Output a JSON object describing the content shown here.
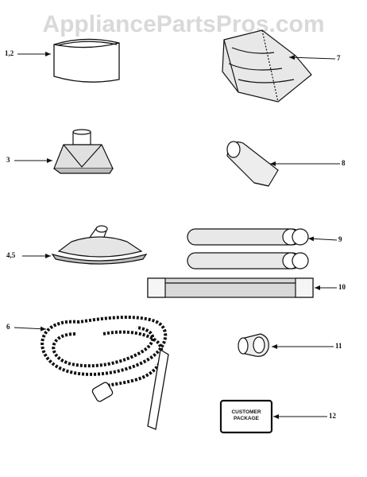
{
  "watermark": "AppliancePartsPros.com",
  "callouts": {
    "c1": "1,2",
    "c3": "3",
    "c45": "4,5",
    "c6": "6",
    "c7": "7",
    "c8": "8",
    "c9": "9",
    "c10": "10",
    "c11": "11",
    "c12": "12"
  },
  "package": {
    "line1": "CUSTOMER",
    "line2": "PACKAGE"
  }
}
